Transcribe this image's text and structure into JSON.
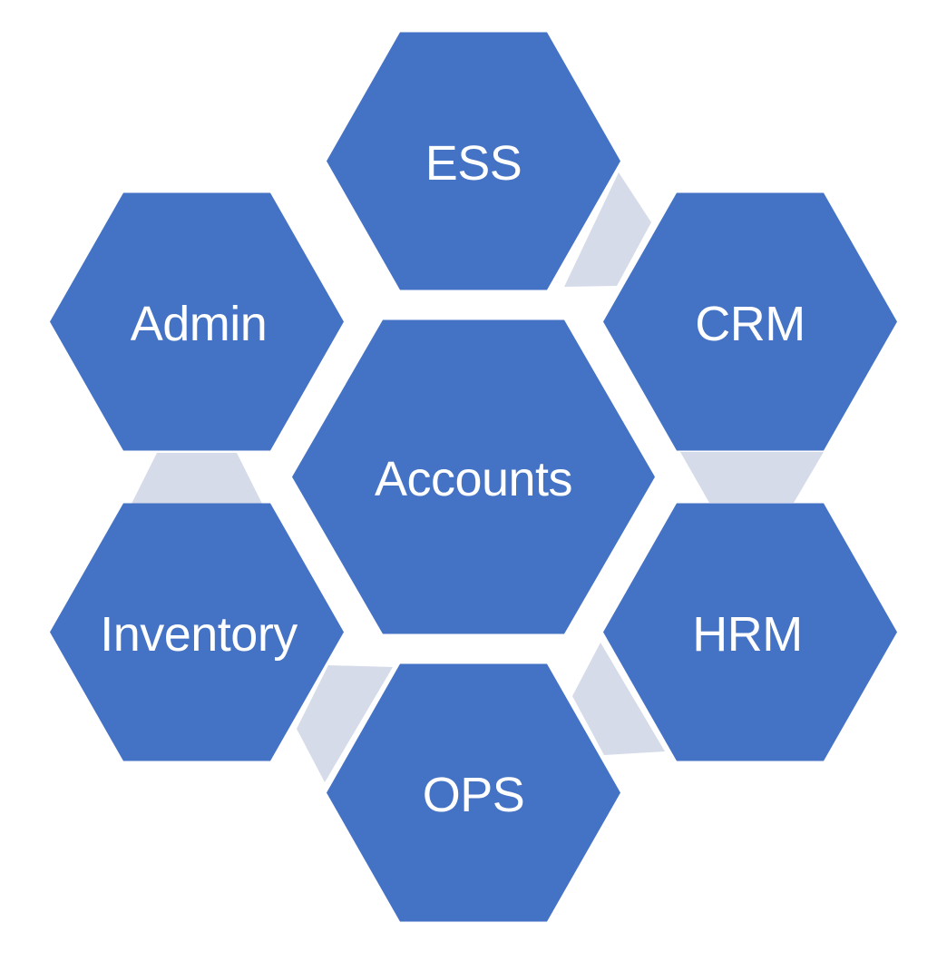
{
  "colors": {
    "node_fill": "#4472C4",
    "connector_fill": "#D5DBE9",
    "label_color": "#FFFFFF",
    "background": "#FFFFFF"
  },
  "diagram": {
    "type": "hexagon-cluster",
    "center_node": {
      "label": "Accounts"
    },
    "satellite_nodes": [
      {
        "label": "ESS",
        "position": "top"
      },
      {
        "label": "CRM",
        "position": "upper-right"
      },
      {
        "label": "HRM",
        "position": "lower-right"
      },
      {
        "label": "OPS",
        "position": "bottom"
      },
      {
        "label": "Inventory",
        "position": "lower-left"
      },
      {
        "label": "Admin",
        "position": "upper-left"
      }
    ],
    "connector_pairs": [
      "ESS-CRM",
      "CRM-HRM",
      "HRM-OPS",
      "OPS-Inventory",
      "Inventory-Admin"
    ]
  }
}
